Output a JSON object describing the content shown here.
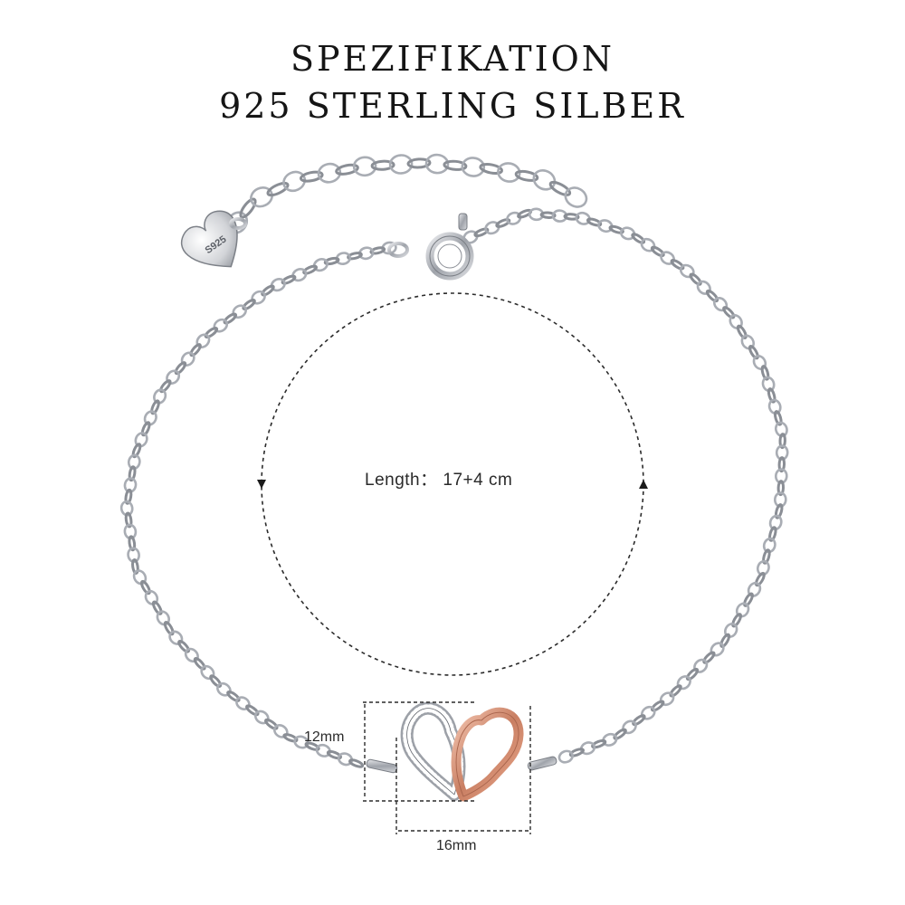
{
  "heading": {
    "line1": "SPEZIFIKATION",
    "line2": "925 STERLING SILBER"
  },
  "specs": {
    "length": "Length： 17+4 cm",
    "height": "12mm",
    "width": "16mm"
  },
  "charm_tag": "S925",
  "colors": {
    "silver": "#b9bcc2",
    "silver_dark": "#6f737a",
    "rose_gold": "#d9967d",
    "rose_gold_dark": "#a8644c",
    "text": "#151515"
  }
}
